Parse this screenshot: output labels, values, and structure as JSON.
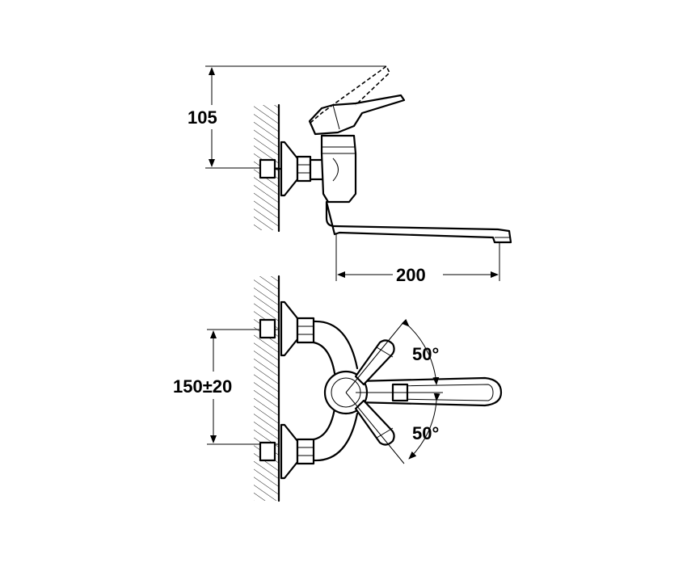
{
  "dimensions": {
    "height_offset": "105",
    "spout_reach": "200",
    "center_distance": "150±20",
    "angle_upper": "50°",
    "angle_lower": "50°"
  }
}
